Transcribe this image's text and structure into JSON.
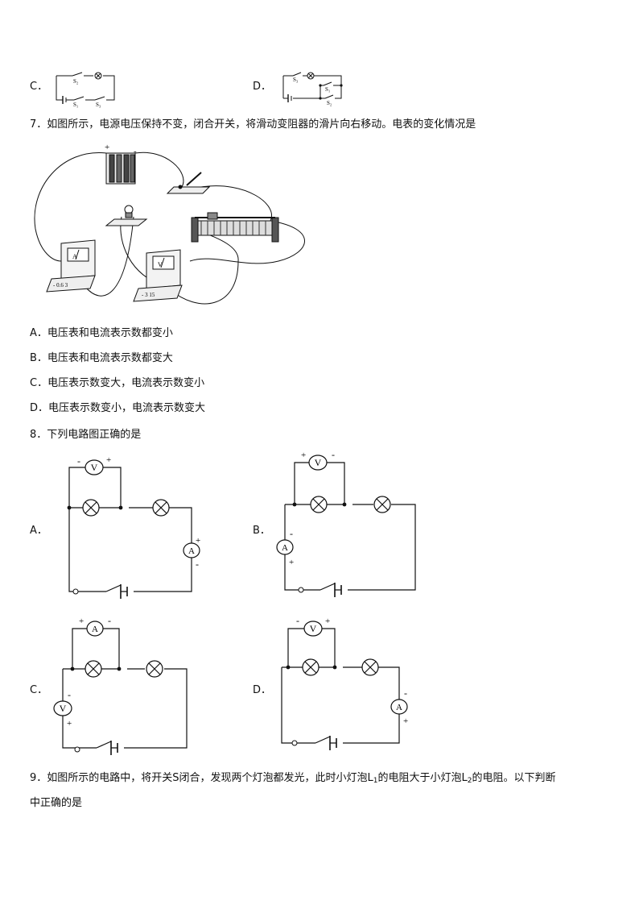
{
  "q6": {
    "opt_c": "C．",
    "opt_d": "D．",
    "c_labels": {
      "s2": "S₂",
      "s1": "S₁",
      "s3": "S₃"
    },
    "d_labels": {
      "s3": "S₃",
      "s1": "S₁",
      "s2": "S₂"
    }
  },
  "q7": {
    "stem": "7．如图所示，电源电压保持不变，闭合开关，将滑动变阻器的滑片向右移动。电表的变化情况是",
    "figure": {
      "ammeter": "A",
      "voltmeter": "V",
      "amm_terminals": "- 0.6 3",
      "volt_terminals": "- 3 15",
      "plus": "+",
      "minus": "-"
    },
    "options": [
      {
        "letter": "A．",
        "text": "电压表和电流表示数都变小"
      },
      {
        "letter": "B．",
        "text": "电压表和电流表示数都变大"
      },
      {
        "letter": "C．",
        "text": "电压表示数变大，电流表示数变小"
      },
      {
        "letter": "D．",
        "text": "电压表示数变小，电流表示数变大"
      }
    ]
  },
  "q8": {
    "stem": "8．下列电路图正确的是",
    "labels": {
      "a": "A．",
      "b": "B．",
      "c": "C．",
      "d": "D．"
    },
    "meter_v": "V",
    "meter_a": "A",
    "plus": "+",
    "minus": "-"
  },
  "q9": {
    "stem_part1": "9．如图所示的电路中，将开关S闭合，发现两个灯泡都发光，此时小灯泡L",
    "sub1": "1",
    "stem_part2": "的电阻大于小灯泡L",
    "sub2": "2",
    "stem_part3": "的电阻。以下判断",
    "stem_line2": "中正确的是"
  }
}
